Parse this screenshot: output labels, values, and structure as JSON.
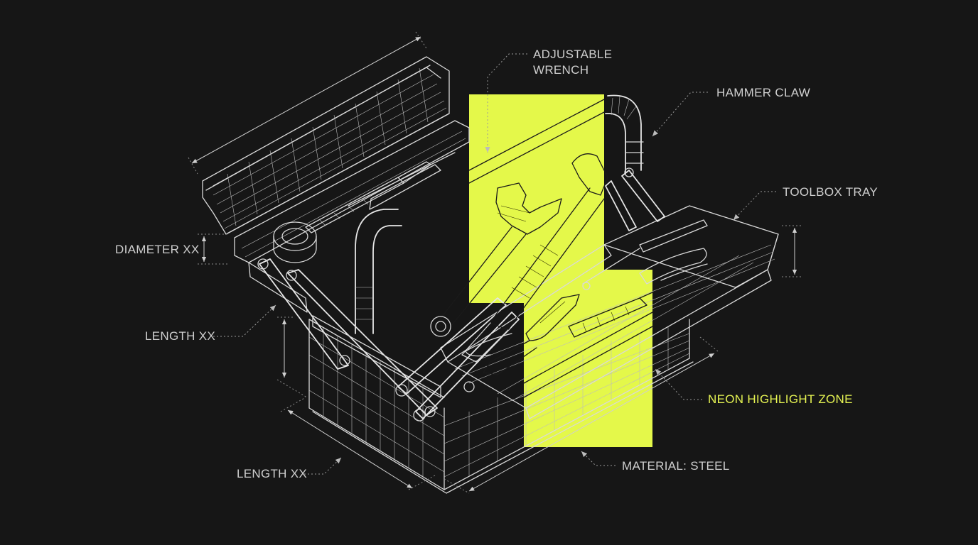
{
  "colors": {
    "background": "#161616",
    "wireframe": "#d9d9d9",
    "neon_highlight": "#e4f84a",
    "highlight_label": "#e7f553"
  },
  "labels": {
    "adjustable_wrench": "ADJUSTABLE\nWRENCH",
    "hammer_claw": "HAMMER CLAW",
    "toolbox_tray": "TOOLBOX TRAY",
    "diameter": "DIAMETER XX",
    "length_side": "LENGTH XX",
    "neon_zone": "NEON HIGHLIGHT ZONE",
    "length_bottom": "LENGTH XX",
    "material": "MATERIAL: STEEL"
  }
}
